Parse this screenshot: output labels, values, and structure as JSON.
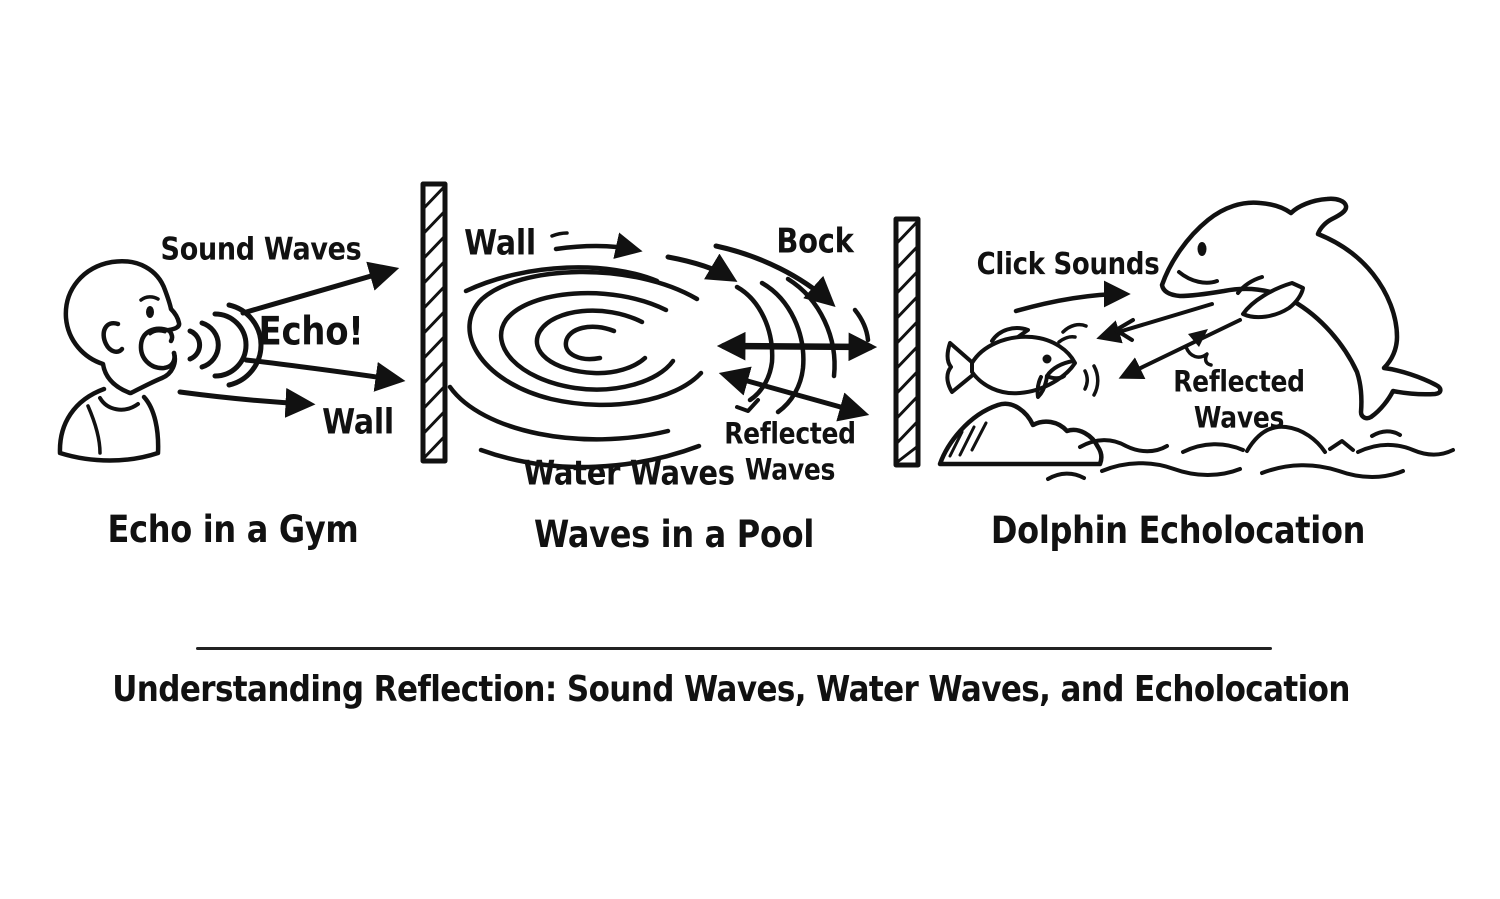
{
  "colors": {
    "background": "#ffffff",
    "ink": "#111111"
  },
  "title": "Understanding Reflection: Sound Waves, Water Waves, and Echolocation",
  "panels": {
    "gym": {
      "caption": "Echo in a Gym",
      "labels": {
        "sound_waves": "Sound Waves",
        "echo": "Echo!",
        "wall": "Wall"
      }
    },
    "pool": {
      "caption": "Waves in a Pool",
      "labels": {
        "wall": "Wall",
        "back": "Bock",
        "reflected_line1": "Reflected",
        "reflected_line2": "Waves",
        "water_waves": "Water Waves"
      }
    },
    "dolphin": {
      "caption": "Dolphin Echolocation",
      "labels": {
        "click_sounds": "Click Sounds",
        "reflected_line1": "Reflected",
        "reflected_line2": "Waves"
      }
    }
  },
  "illustrations": [
    "speaking-person",
    "sound-wave-arcs",
    "gym-wall",
    "sound-arrow",
    "echo-arrow",
    "wall-arrow",
    "pool-wall-left",
    "pool-wall-right",
    "water-ripples",
    "reflected-ripples",
    "bounce-arrows",
    "double-arrow",
    "reflected-diagonal-arrow",
    "click-arrow",
    "dolphin",
    "fish",
    "rock",
    "water-surface"
  ]
}
